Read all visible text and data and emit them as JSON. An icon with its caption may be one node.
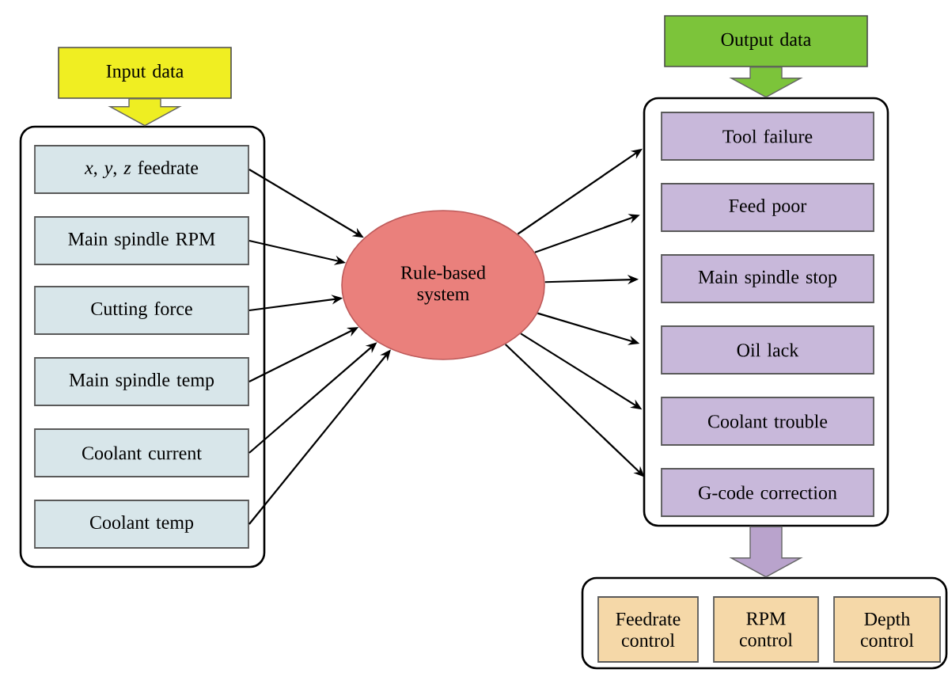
{
  "diagram": {
    "nodes": [
      {
        "text": [
          "Input data"
        ]
      },
      {
        "text": [],
        "shape": "box"
      },
      {
        "text": [
          "*x*, *y*, *z* feedrate"
        ],
        "in": 1
      },
      {
        "text": [
          "Main spindle RPM"
        ],
        "in": 1
      },
      {
        "text": [
          "Cutting force"
        ],
        "in": 1
      },
      {
        "text": [
          "Main spindle temp"
        ],
        "in": 1
      },
      {
        "text": [
          "Coolant current"
        ],
        "in": 1
      },
      {
        "text": [
          "Coolant temp"
        ],
        "in": 1
      },
      {
        "text": [
          "Rule-based system"
        ]
      },
      {
        "text": [
          "Output data"
        ]
      },
      {
        "text": [],
        "shape": "box"
      },
      {
        "text": [
          "Tool failure"
        ],
        "in": 10
      },
      {
        "text": [
          "Feed poor"
        ],
        "in": 10
      },
      {
        "text": [
          "Main spindle stop"
        ],
        "in": 10
      },
      {
        "text": [
          "Oil lack"
        ],
        "in": 10
      },
      {
        "text": [
          "Coolant trouble"
        ],
        "in": 10
      },
      {
        "text": [
          "G-code correction"
        ],
        "in": 10
      },
      {
        "text": [],
        "shape": "box"
      },
      {
        "text": [
          "Feedrate control"
        ],
        "in": 17
      },
      {
        "text": [
          "RPM control"
        ],
        "in": 17
      },
      {
        "text": [
          "Depth control"
        ],
        "in": 17
      }
    ],
    "edges": [
      {
        "from": 0,
        "to": 1,
        "arrow": "to",
        "style": "thick",
        "color": "#eeee22"
      },
      {
        "from": 2,
        "to": 8,
        "arrow": "to"
      },
      {
        "from": 3,
        "to": 8,
        "arrow": "to"
      },
      {
        "from": 4,
        "to": 8,
        "arrow": "to"
      },
      {
        "from": 5,
        "to": 8,
        "arrow": "to"
      },
      {
        "from": 6,
        "to": 8,
        "arrow": "to"
      },
      {
        "from": 7,
        "to": 8,
        "arrow": "to"
      },
      {
        "from": 9,
        "to": 10,
        "arrow": "to",
        "style": "thick",
        "color": "#7cc43a"
      },
      {
        "from": 8,
        "to": 11,
        "arrow": "to"
      },
      {
        "from": 8,
        "to": 12,
        "arrow": "to"
      },
      {
        "from": 8,
        "to": 13,
        "arrow": "to"
      },
      {
        "from": 8,
        "to": 14,
        "arrow": "to"
      },
      {
        "from": 8,
        "to": 15,
        "arrow": "to"
      },
      {
        "from": 8,
        "to": 16,
        "arrow": "to"
      },
      {
        "from": 10,
        "to": 17,
        "arrow": "to",
        "style": "thick",
        "color": "#b9a3cc"
      }
    ]
  }
}
